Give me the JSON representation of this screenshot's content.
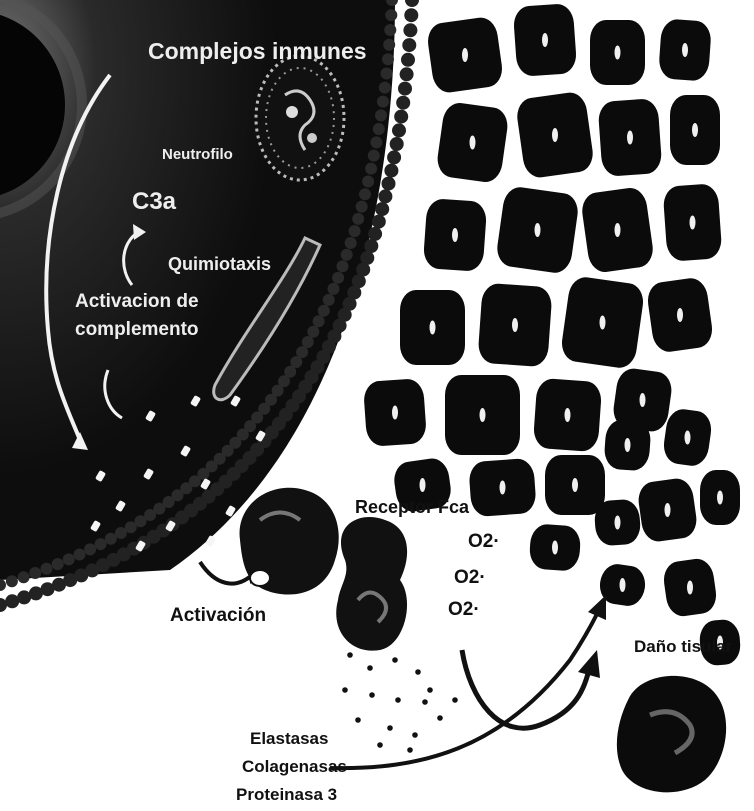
{
  "labels": {
    "immune_complexes": "Complejos inmunes",
    "neutrophil": "Neutrofilo",
    "c3a": "C3a",
    "chemotaxis": "Quimiotaxis",
    "complement_line1": "Activacion de",
    "complement_line2": "complemento",
    "fc_receptor": "Receptor Fca",
    "superoxide": [
      "O2·",
      "O2·",
      "O2·"
    ],
    "activation": "Activación",
    "tissue_damage": "Daño tisular",
    "enzymes": [
      "Elastasas",
      "Colagenasas",
      "Proteinasa 3"
    ]
  },
  "colors": {
    "vessel": "#0d0d0d",
    "tissue_cell": "#0b0b0b",
    "endothelial_bead": "#2a2a2a",
    "light_text": "#eeeeee",
    "dark_text": "#111111"
  }
}
